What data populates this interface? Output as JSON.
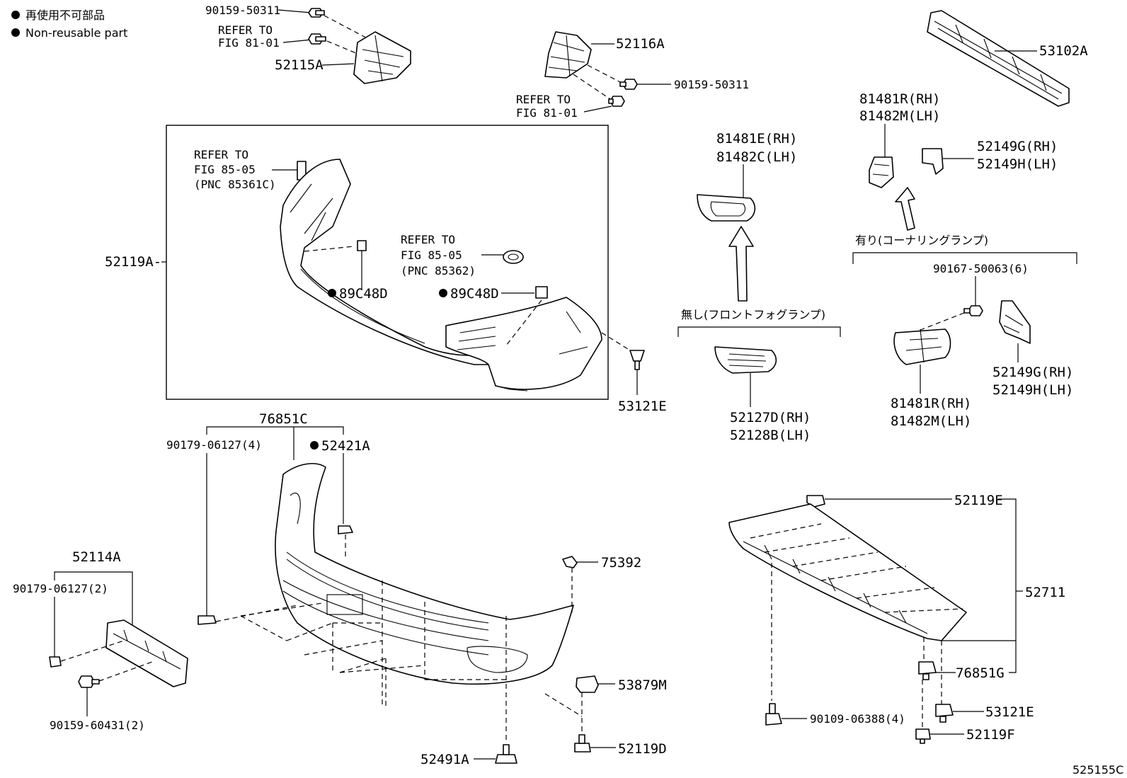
{
  "legend": {
    "line_ja": "再使用不可部品",
    "line_en": "Non-reusable part"
  },
  "labels": {
    "p90159_50311_top": "90159-50311",
    "refer_fig8101_a_1": "REFER TO",
    "refer_fig8101_a_2": "FIG 81-01",
    "p52115A": "52115A",
    "p52116A": "52116A",
    "p90159_50311_b": "90159-50311",
    "refer_fig8101_b_1": "REFER TO",
    "refer_fig8101_b_2": "FIG 81-01",
    "p53102A": "53102A",
    "refer_fig8505_a_1": "REFER TO",
    "refer_fig8505_a_2": "FIG 85-05",
    "refer_fig8505_a_3": "(PNC 85361C)",
    "p52119A": "52119A-",
    "refer_fig8505_b_1": "REFER TO",
    "refer_fig8505_b_2": "FIG 85-05",
    "refer_fig8505_b_3": "(PNC 85362)",
    "p89C48D_a": "89C48D",
    "p89C48D_b": "89C48D",
    "p53121E_a": "53121E",
    "p81481E": "81481E(RH)",
    "p81482C": "81482C(LH)",
    "p81481R_top": "81481R(RH)",
    "p81482M_top": "81482M(LH)",
    "p52149G_top": "52149G(RH)",
    "p52149H_top": "52149H(LH)",
    "corner_lamp": "有り(コーナリングランプ)",
    "p90167": "90167-50063(6)",
    "no_fog": "無し(フロントフォグランプ)",
    "p52127D": "52127D(RH)",
    "p52128B": "52128B(LH)",
    "p81481R_bot": "81481R(RH)",
    "p81482M_bot": "81482M(LH)",
    "p52149G_bot": "52149G(RH)",
    "p52149H_bot": "52149H(LH)",
    "p76851C": "76851C",
    "p90179_4": "90179-06127(4)",
    "p52421A": "52421A",
    "p52114A": "52114A",
    "p90179_2": "90179-06127(2)",
    "p90159_60431": "90159-60431(2)",
    "p75392": "75392",
    "p53879M": "53879M",
    "p52491A": "52491A",
    "p52119D": "52119D",
    "p52119E": "52119E",
    "p52711": "52711",
    "p76851G": "76851G",
    "p90109": "90109-06388(4)",
    "p53121E_b": "53121E",
    "p52119F": "52119F",
    "ref_code": "525155C"
  }
}
